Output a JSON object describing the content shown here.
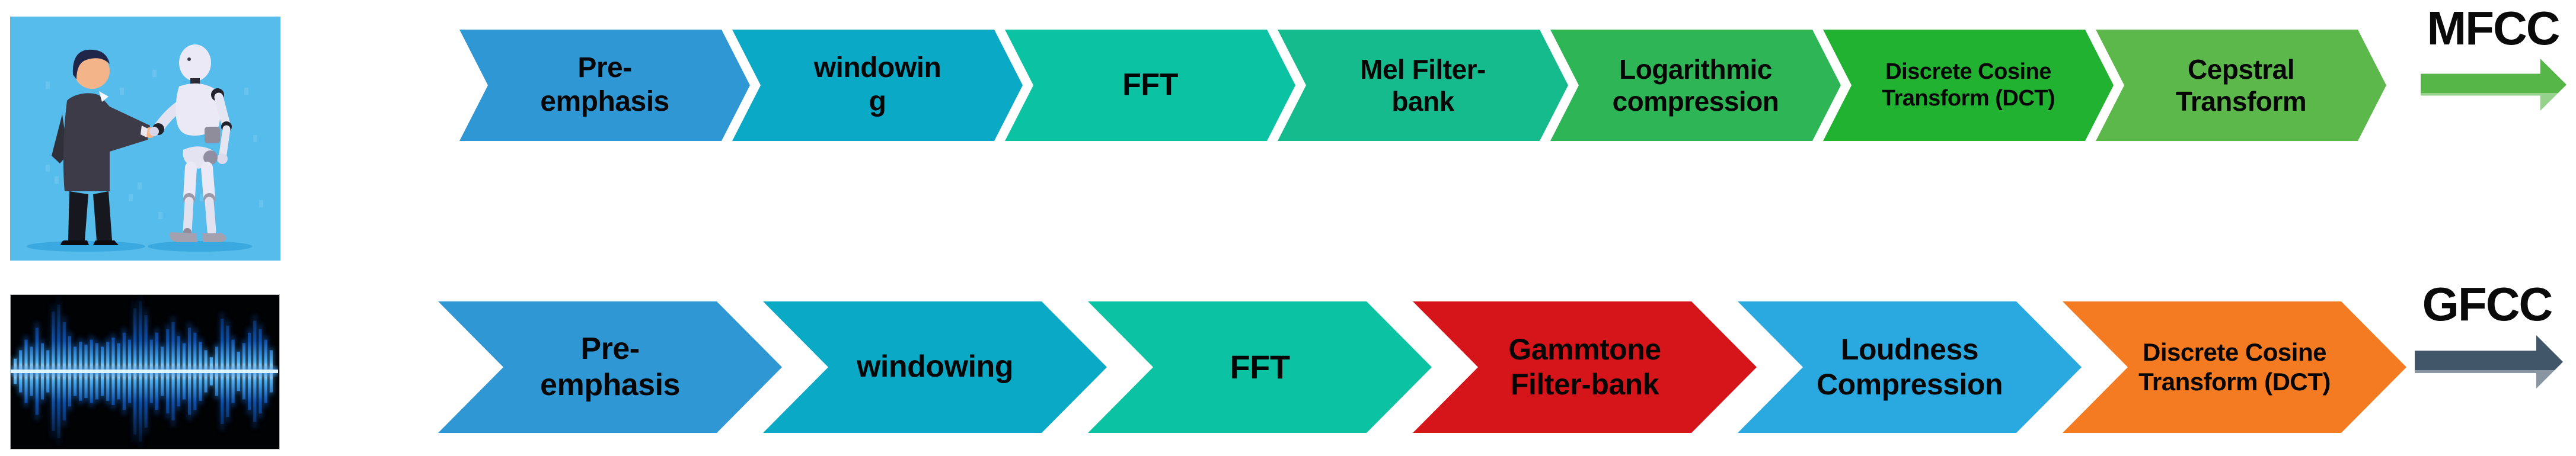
{
  "diagram_title": "MFCC and GFCC feature extraction pipelines",
  "rows": [
    {
      "name": "MFCC pipeline",
      "output_label": "MFCC",
      "arrow_color": "#57B648",
      "input_image": "human-robot-handshake",
      "steps": [
        {
          "label": "Pre-\nemphasis",
          "color": "#2F97D4"
        },
        {
          "label": "windowin\ng",
          "color": "#0AAAC6"
        },
        {
          "label": "FFT",
          "color": "#0BC3A3"
        },
        {
          "label": "Mel Filter-\nbank",
          "color": "#15BB8D"
        },
        {
          "label": "Logarithmic\ncompression",
          "color": "#2DB556"
        },
        {
          "label": "Discrete Cosine\nTransform (DCT)",
          "color": "#21B231"
        },
        {
          "label": "Cepstral\nTransform",
          "color": "#5CB84A"
        }
      ]
    },
    {
      "name": "GFCC pipeline",
      "output_label": "GFCC",
      "arrow_color": "#42566A",
      "input_image": "audio-waveform",
      "steps": [
        {
          "label": "Pre-\nemphasis",
          "color": "#2F97D4"
        },
        {
          "label": "windowing",
          "color": "#0AAAC6"
        },
        {
          "label": "FFT",
          "color": "#0BC3A3"
        },
        {
          "label": "Gammtone\nFilter-bank",
          "color": "#D6151A"
        },
        {
          "label": "Loudness\nCompression",
          "color": "#2AA9E0"
        },
        {
          "label": "Discrete Cosine\nTransform (DCT)",
          "color": "#F47B21"
        }
      ]
    }
  ]
}
